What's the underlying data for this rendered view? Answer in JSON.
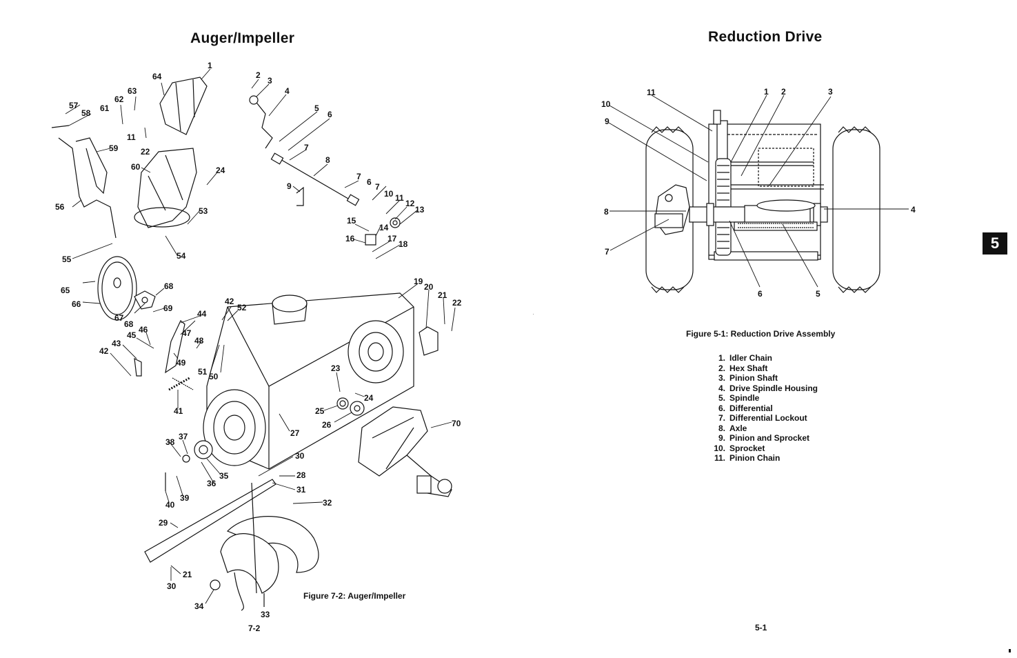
{
  "left_page": {
    "title": "Auger/Impeller",
    "figure_caption": "Figure 7-2: Auger/Impeller",
    "page_number": "7-2",
    "callouts": [
      "1",
      "2",
      "3",
      "4",
      "5",
      "6",
      "7",
      "8",
      "9",
      "10",
      "11",
      "12",
      "13",
      "14",
      "15",
      "16",
      "17",
      "18",
      "19",
      "20",
      "21",
      "22",
      "23",
      "24",
      "25",
      "26",
      "27",
      "28",
      "29",
      "30",
      "31",
      "32",
      "33",
      "34",
      "35",
      "36",
      "37",
      "38",
      "39",
      "40",
      "41",
      "42",
      "43",
      "44",
      "45",
      "46",
      "47",
      "48",
      "49",
      "50",
      "51",
      "52",
      "53",
      "54",
      "55",
      "56",
      "57",
      "58",
      "59",
      "60",
      "61",
      "62",
      "63",
      "64",
      "65",
      "66",
      "67",
      "68",
      "69",
      "70"
    ]
  },
  "right_page": {
    "title": "Reduction Drive",
    "figure_caption": "Figure 5-1: Reduction Drive Assembly",
    "page_number": "5-1",
    "callouts": [
      "1",
      "2",
      "3",
      "4",
      "5",
      "6",
      "7",
      "8",
      "9",
      "10",
      "11"
    ],
    "parts": [
      {
        "num": "1.",
        "name": "Idler Chain"
      },
      {
        "num": "2.",
        "name": "Hex Shaft"
      },
      {
        "num": "3.",
        "name": "Pinion Shaft"
      },
      {
        "num": "4.",
        "name": "Drive Spindle Housing"
      },
      {
        "num": "5.",
        "name": "Spindle"
      },
      {
        "num": "6.",
        "name": "Differential"
      },
      {
        "num": "7.",
        "name": "Differential Lockout"
      },
      {
        "num": "8.",
        "name": "Axle"
      },
      {
        "num": "9.",
        "name": "Pinion and Sprocket"
      },
      {
        "num": "10.",
        "name": "Sprocket"
      },
      {
        "num": "11.",
        "name": "Pinion Chain"
      }
    ]
  },
  "section_tab": "5"
}
